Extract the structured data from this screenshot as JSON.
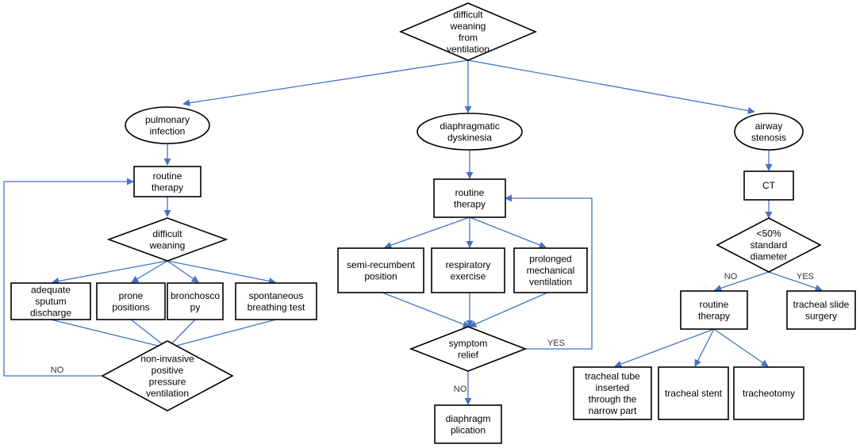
{
  "nodes": {
    "start": [
      "difficult",
      "weaning",
      "from",
      "ventilation"
    ],
    "pulm": [
      "pulmonary",
      "infection"
    ],
    "dia": [
      "diaphragmatic",
      "dyskinesia"
    ],
    "air": [
      "airway",
      "stenosis"
    ],
    "rt1": [
      "routine",
      "therapy"
    ],
    "dw": [
      "difficult",
      "weaning"
    ],
    "asd": [
      "adequate",
      "sputum",
      "discharge"
    ],
    "prone": [
      "prone",
      "positions"
    ],
    "bron": [
      "bronchosco",
      "py"
    ],
    "sbt": [
      "spontaneous",
      "breathing test"
    ],
    "nippv": [
      "non-invasive",
      "positive",
      "pressure",
      "ventilation"
    ],
    "rt2": [
      "routine",
      "therapy"
    ],
    "semi": [
      "semi-recumbent",
      "position"
    ],
    "resp": [
      "respiratory",
      "exercise"
    ],
    "pmv": [
      "prolonged",
      "mechanical",
      "ventilation"
    ],
    "sr": [
      "symptom",
      "relief"
    ],
    "dp": [
      "diaphragm",
      "plication"
    ],
    "ct": [
      "CT"
    ],
    "std": [
      "<50%",
      "standard",
      "diameter"
    ],
    "rt3": [
      "routine",
      "therapy"
    ],
    "tss": [
      "tracheal slide",
      "surgery"
    ],
    "ttube": [
      "tracheal tube",
      "inserted",
      "through the",
      "narrow part"
    ],
    "stent": [
      "tracheal stent"
    ],
    "trach": [
      "tracheotomy"
    ]
  },
  "edge_labels": {
    "no_left": "NO",
    "yes_mid": "YES",
    "no_mid": "NO",
    "no_right": "NO",
    "yes_right": "YES"
  },
  "colors": {
    "edge": "#4472c4",
    "border": "#000000"
  }
}
